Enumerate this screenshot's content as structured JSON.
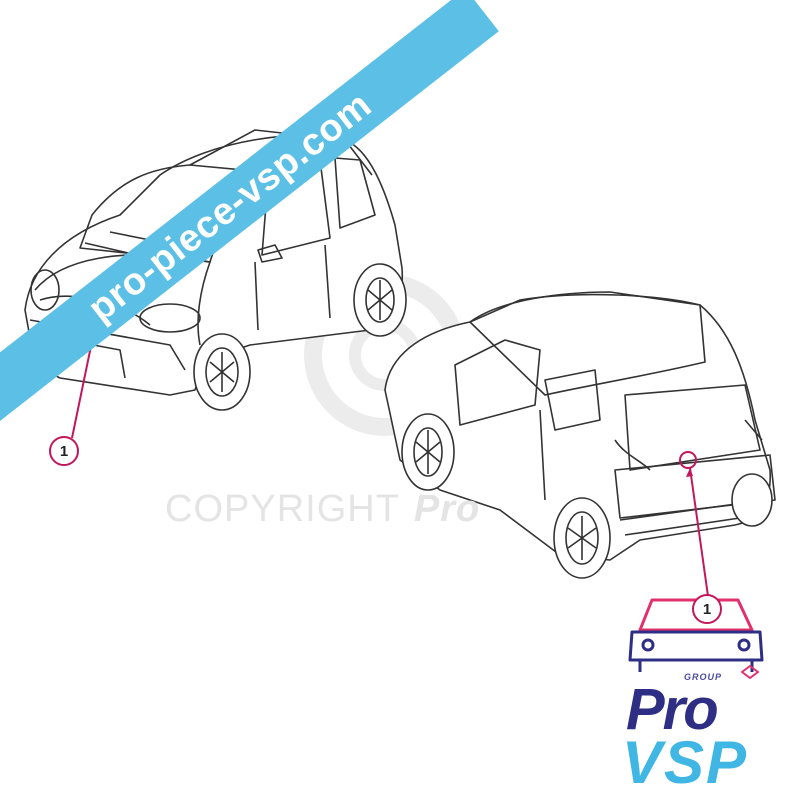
{
  "watermark": {
    "banner_text": "pro-piece-vsp.com",
    "copyright_text": "COPYRIGHT",
    "copyright_brand": "Pro",
    "banner_color": "#5cc0e6"
  },
  "callouts": [
    {
      "label": "1"
    },
    {
      "label": "1"
    }
  ],
  "logo": {
    "group_text": "GROUP",
    "pro_text": "Pro",
    "vsp_text": "VSP",
    "colors": {
      "pro": "#2d2e84",
      "vsp": "#3fb6e3",
      "accent": "#e2306c"
    }
  },
  "accent_color": "#c2185b"
}
